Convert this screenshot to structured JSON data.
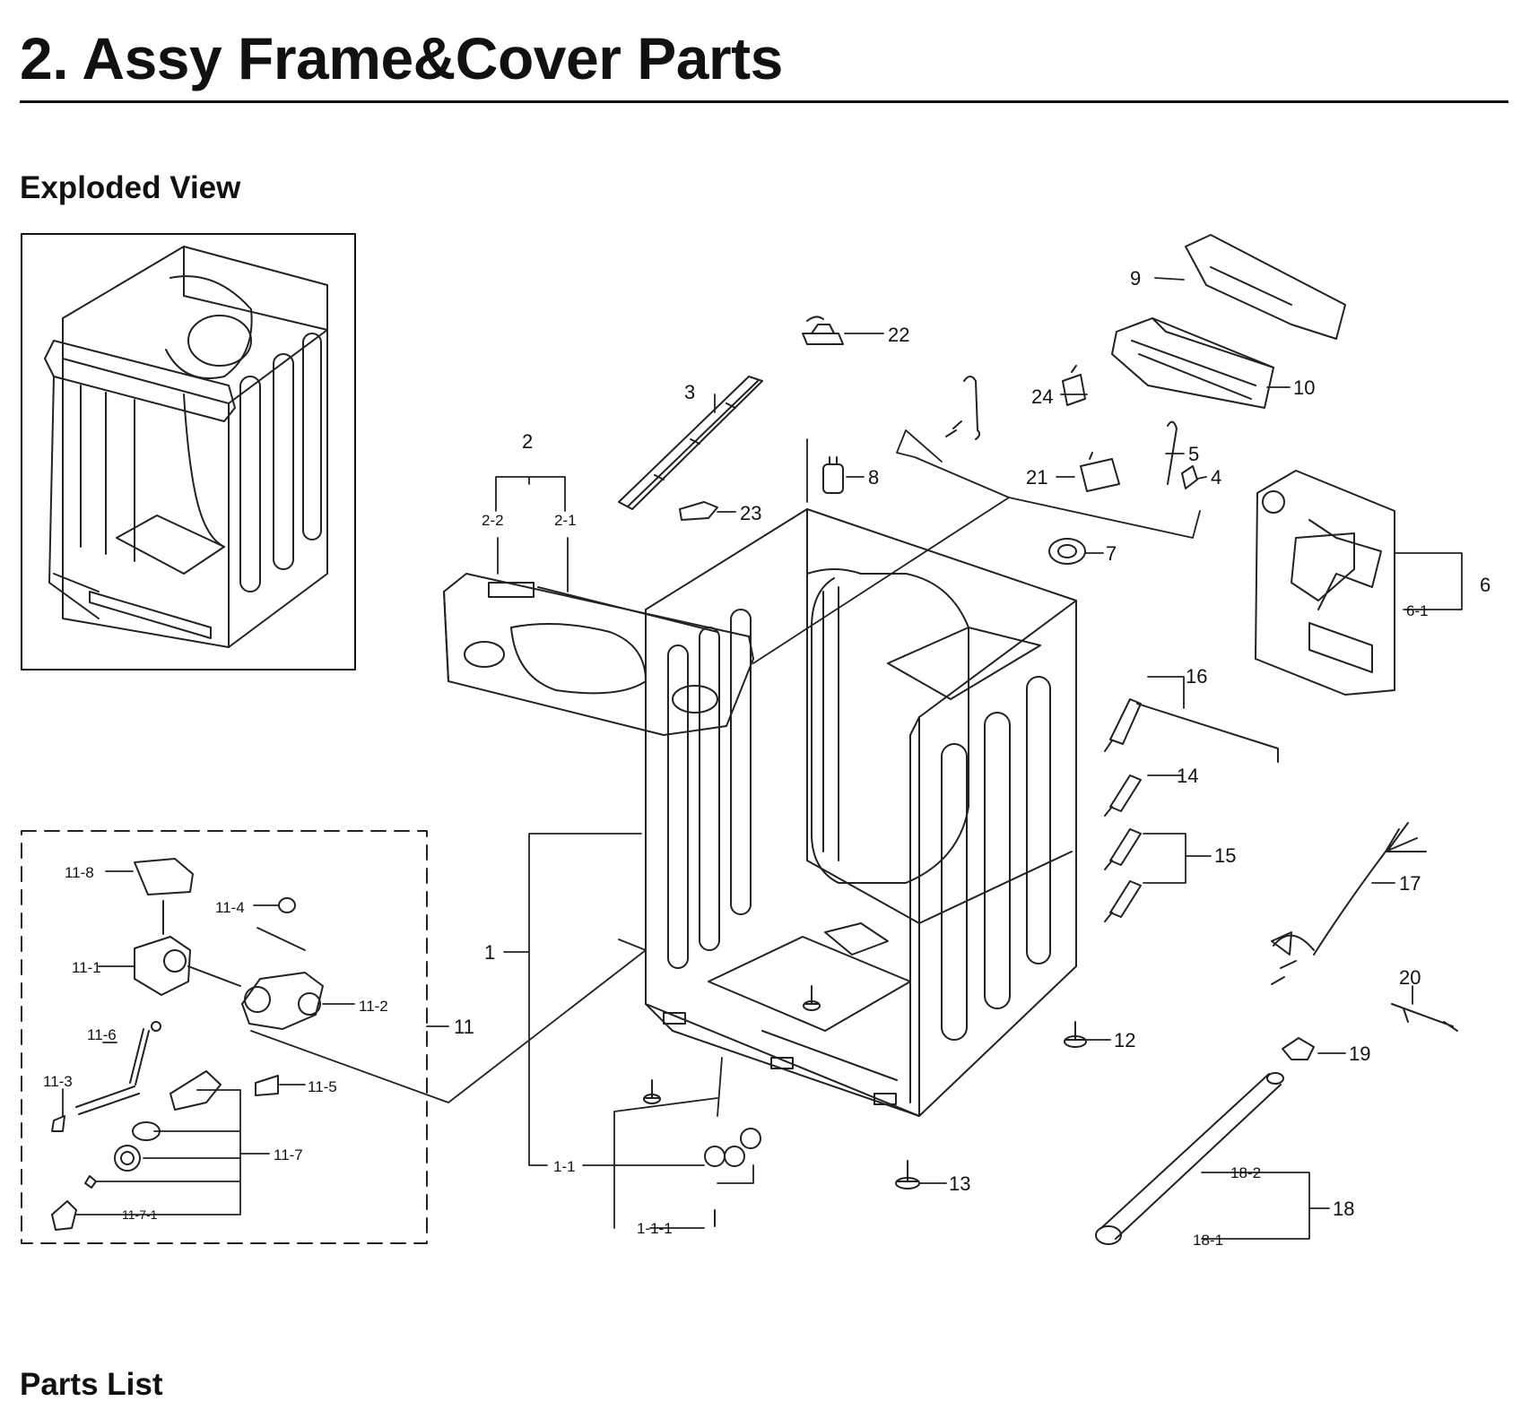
{
  "header": {
    "title": "2.  Assy Frame&Cover Parts"
  },
  "sections": {
    "exploded_view": "Exploded View",
    "parts_list": "Parts List"
  },
  "callouts": [
    {
      "id": "c-9",
      "label": "9"
    },
    {
      "id": "c-22",
      "label": "22"
    },
    {
      "id": "c-10",
      "label": "10"
    },
    {
      "id": "c-24",
      "label": "24"
    },
    {
      "id": "c-3",
      "label": "3"
    },
    {
      "id": "c-2",
      "label": "2"
    },
    {
      "id": "c-2-2",
      "label": "2-2"
    },
    {
      "id": "c-2-1",
      "label": "2-1"
    },
    {
      "id": "c-23",
      "label": "23"
    },
    {
      "id": "c-8",
      "label": "8"
    },
    {
      "id": "c-21",
      "label": "21"
    },
    {
      "id": "c-5",
      "label": "5"
    },
    {
      "id": "c-4",
      "label": "4"
    },
    {
      "id": "c-7",
      "label": "7"
    },
    {
      "id": "c-6",
      "label": "6"
    },
    {
      "id": "c-6-1",
      "label": "6-1"
    },
    {
      "id": "c-16",
      "label": "16"
    },
    {
      "id": "c-14",
      "label": "14"
    },
    {
      "id": "c-15",
      "label": "15"
    },
    {
      "id": "c-17",
      "label": "17"
    },
    {
      "id": "c-20",
      "label": "20"
    },
    {
      "id": "c-19",
      "label": "19"
    },
    {
      "id": "c-12",
      "label": "12"
    },
    {
      "id": "c-13",
      "label": "13"
    },
    {
      "id": "c-18",
      "label": "18"
    },
    {
      "id": "c-18-2",
      "label": "18-2"
    },
    {
      "id": "c-18-1",
      "label": "18-1"
    },
    {
      "id": "c-1",
      "label": "1"
    },
    {
      "id": "c-1-1",
      "label": "1-1"
    },
    {
      "id": "c-1-1-1",
      "label": "1-1-1"
    },
    {
      "id": "c-11",
      "label": "11"
    },
    {
      "id": "c-11-8",
      "label": "11-8"
    },
    {
      "id": "c-11-4",
      "label": "11-4"
    },
    {
      "id": "c-11-1",
      "label": "11-1"
    },
    {
      "id": "c-11-2",
      "label": "11-2"
    },
    {
      "id": "c-11-6",
      "label": "11-6"
    },
    {
      "id": "c-11-3",
      "label": "11-3"
    },
    {
      "id": "c-11-5",
      "label": "11-5"
    },
    {
      "id": "c-11-7",
      "label": "11-7"
    },
    {
      "id": "c-11-7-1",
      "label": "11-7-1"
    }
  ]
}
